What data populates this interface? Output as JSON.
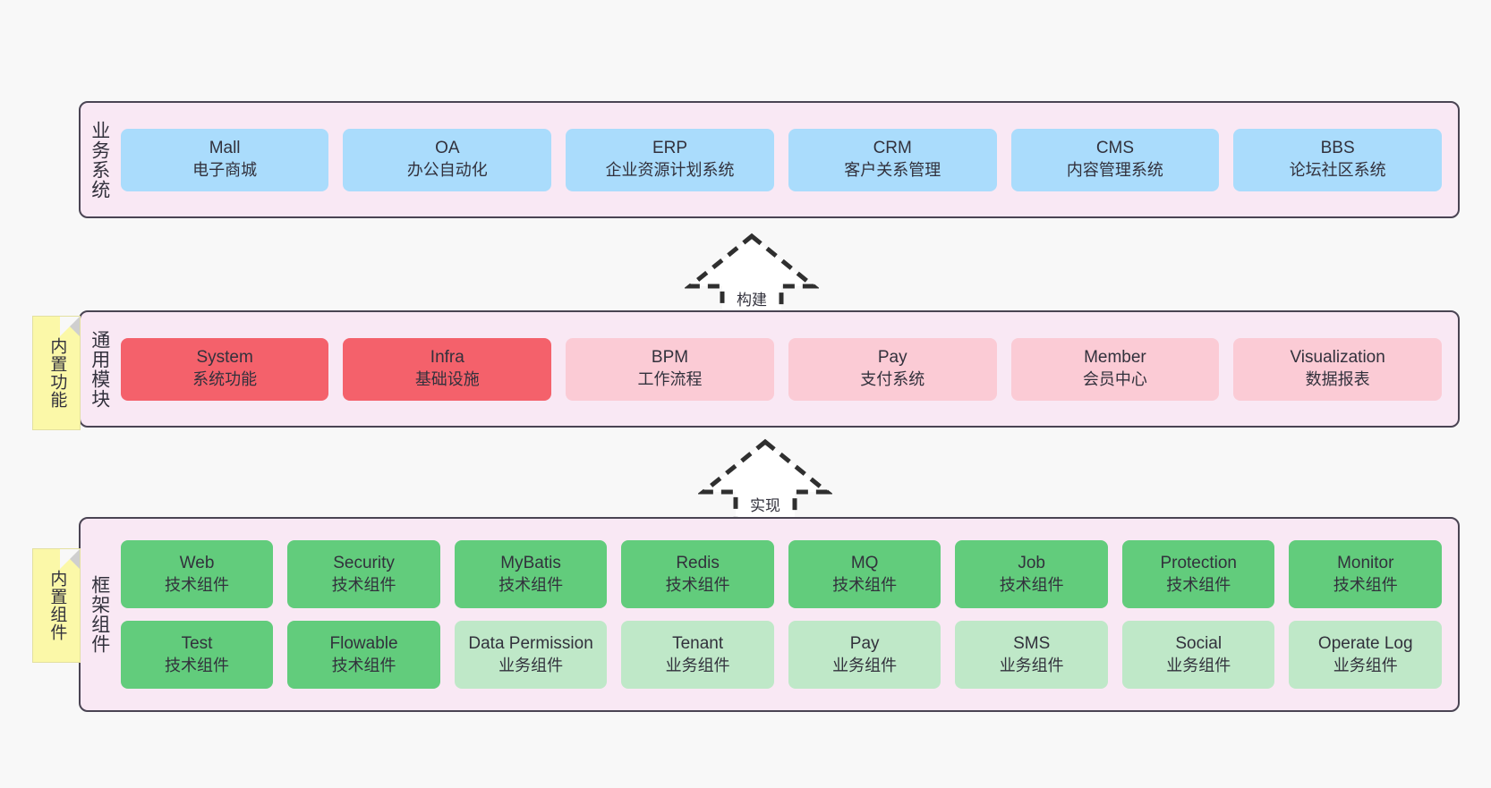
{
  "diagram": {
    "title_text_present": false,
    "background": "#f8f8f8",
    "panel_background": "#f9e8f4",
    "panel_border": "#4a4453",
    "colors": {
      "business": "#aadcfc",
      "core_highlight": "#f4616b",
      "core_normal": "#fbcbd5",
      "tech_component": "#62cc7c",
      "business_component": "#bfe8c8",
      "sticky": "#fbf8a8"
    }
  },
  "layers": [
    {
      "id": "business-system",
      "title": "业务系统",
      "rows": [
        {
          "cards": [
            {
              "name": "Mall",
              "sub": "电子商城",
              "color": "c-blue"
            },
            {
              "name": "OA",
              "sub": "办公自动化",
              "color": "c-blue"
            },
            {
              "name": "ERP",
              "sub": "企业资源计划系统",
              "color": "c-blue"
            },
            {
              "name": "CRM",
              "sub": "客户关系管理",
              "color": "c-blue"
            },
            {
              "name": "CMS",
              "sub": "内容管理系统",
              "color": "c-blue"
            },
            {
              "name": "BBS",
              "sub": "论坛社区系统",
              "color": "c-blue"
            }
          ]
        }
      ]
    },
    {
      "id": "common-module",
      "title": "通用模块",
      "rows": [
        {
          "cards": [
            {
              "name": "System",
              "sub": "系统功能",
              "color": "c-red"
            },
            {
              "name": "Infra",
              "sub": "基础设施",
              "color": "c-red"
            },
            {
              "name": "BPM",
              "sub": "工作流程",
              "color": "c-pink"
            },
            {
              "name": "Pay",
              "sub": "支付系统",
              "color": "c-pink"
            },
            {
              "name": "Member",
              "sub": "会员中心",
              "color": "c-pink"
            },
            {
              "name": "Visualization",
              "sub": "数据报表",
              "color": "c-pink"
            }
          ]
        }
      ]
    },
    {
      "id": "framework-component",
      "title": "框架组件",
      "rows": [
        {
          "cards": [
            {
              "name": "Web",
              "sub": "技术组件",
              "color": "c-green"
            },
            {
              "name": "Security",
              "sub": "技术组件",
              "color": "c-green"
            },
            {
              "name": "MyBatis",
              "sub": "技术组件",
              "color": "c-green"
            },
            {
              "name": "Redis",
              "sub": "技术组件",
              "color": "c-green"
            },
            {
              "name": "MQ",
              "sub": "技术组件",
              "color": "c-green"
            },
            {
              "name": "Job",
              "sub": "技术组件",
              "color": "c-green"
            },
            {
              "name": "Protection",
              "sub": "技术组件",
              "color": "c-green"
            },
            {
              "name": "Monitor",
              "sub": "技术组件",
              "color": "c-green"
            }
          ]
        },
        {
          "cards": [
            {
              "name": "Test",
              "sub": "技术组件",
              "color": "c-green"
            },
            {
              "name": "Flowable",
              "sub": "技术组件",
              "color": "c-green"
            },
            {
              "name": "Data Permission",
              "sub": "业务组件",
              "color": "c-green-light"
            },
            {
              "name": "Tenant",
              "sub": "业务组件",
              "color": "c-green-light"
            },
            {
              "name": "Pay",
              "sub": "业务组件",
              "color": "c-green-light"
            },
            {
              "name": "SMS",
              "sub": "业务组件",
              "color": "c-green-light"
            },
            {
              "name": "Social",
              "sub": "业务组件",
              "color": "c-green-light"
            },
            {
              "name": "Operate Log",
              "sub": "业务组件",
              "color": "c-green-light"
            }
          ]
        }
      ]
    }
  ],
  "sticky_notes": [
    {
      "id": "built-in-function",
      "label": "内置功能"
    },
    {
      "id": "built-in-component",
      "label": "内置组件"
    }
  ],
  "arrows": [
    {
      "id": "build",
      "label": "构建",
      "direction": "up",
      "style": "dashed-hollow"
    },
    {
      "id": "implement",
      "label": "实现",
      "direction": "up",
      "style": "dashed-hollow"
    }
  ]
}
